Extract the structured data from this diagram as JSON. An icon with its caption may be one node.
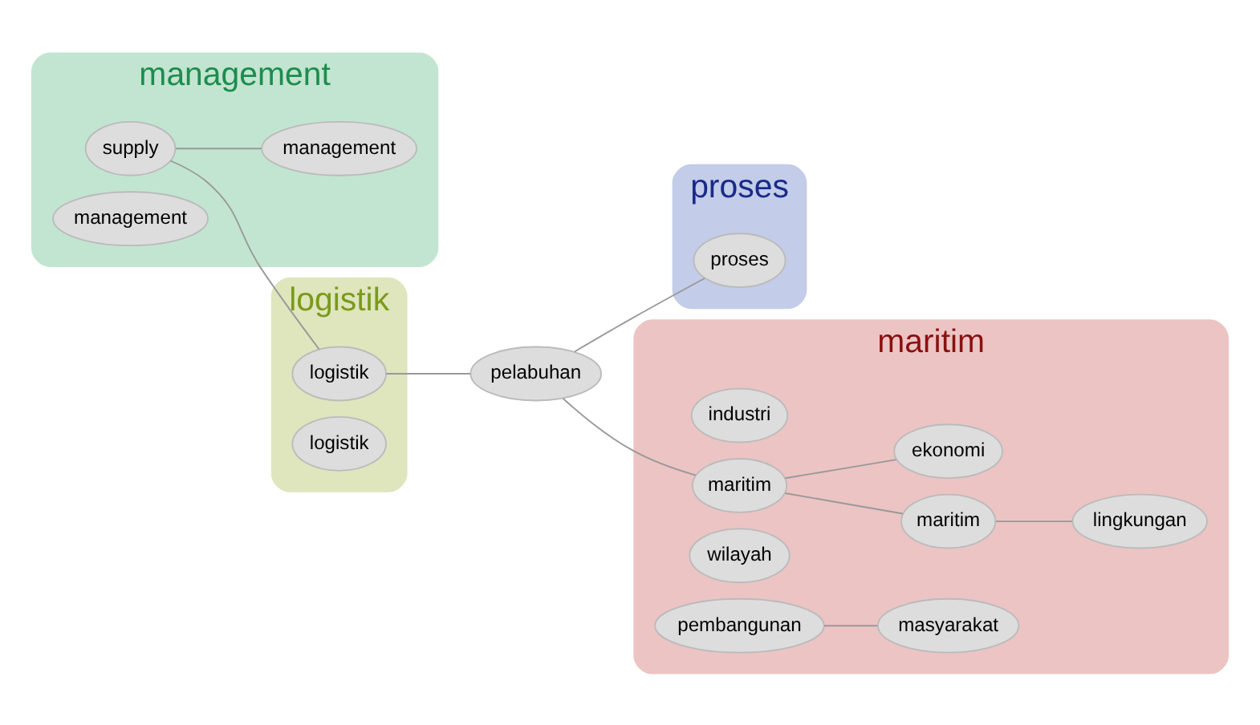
{
  "diagram": {
    "nodes": [
      {
        "text": [
          "logistik"
        ]
      },
      {
        "text": [
          "logistik"
        ],
        "in": 0
      },
      {
        "text": [
          "logistik"
        ],
        "in": 0
      },
      {
        "text": [
          "pelabuhan"
        ]
      },
      {
        "text": [
          "proses"
        ]
      },
      {
        "text": [
          "proses"
        ],
        "in": 4
      },
      {
        "text": [
          "maritim"
        ]
      },
      {
        "text": [
          "industri"
        ],
        "in": 6
      },
      {
        "text": [
          "maritim"
        ],
        "in": 6
      },
      {
        "text": [
          "maritim"
        ],
        "in": 6
      },
      {
        "text": [
          "ekonomi"
        ],
        "in": 6
      },
      {
        "text": [
          "wilayah"
        ],
        "in": 6
      },
      {
        "text": [
          "pembangunan"
        ],
        "in": 6
      },
      {
        "text": [
          "lingkungan"
        ],
        "in": 6
      },
      {
        "text": [
          "masyarakat"
        ],
        "in": 6
      },
      {
        "text": [
          "management"
        ]
      },
      {
        "text": [
          "supply"
        ],
        "in": 15
      },
      {
        "text": [
          "management"
        ],
        "in": 15
      },
      {
        "text": [
          "management"
        ],
        "in": 15
      }
    ],
    "edges": [
      {
        "from": 16,
        "to": 1,
        "arrow": "none"
      },
      {
        "from": 16,
        "to": 17,
        "arrow": "none"
      },
      {
        "from": 1,
        "to": 3,
        "arrow": "none"
      },
      {
        "from": 3,
        "to": 5,
        "arrow": "none"
      },
      {
        "from": 3,
        "to": 8,
        "arrow": "none"
      },
      {
        "from": 8,
        "to": 9,
        "arrow": "none"
      },
      {
        "from": 8,
        "to": 10,
        "arrow": "none"
      },
      {
        "from": 9,
        "to": 13,
        "arrow": "none"
      },
      {
        "from": 12,
        "to": 14,
        "arrow": "none"
      }
    ]
  }
}
